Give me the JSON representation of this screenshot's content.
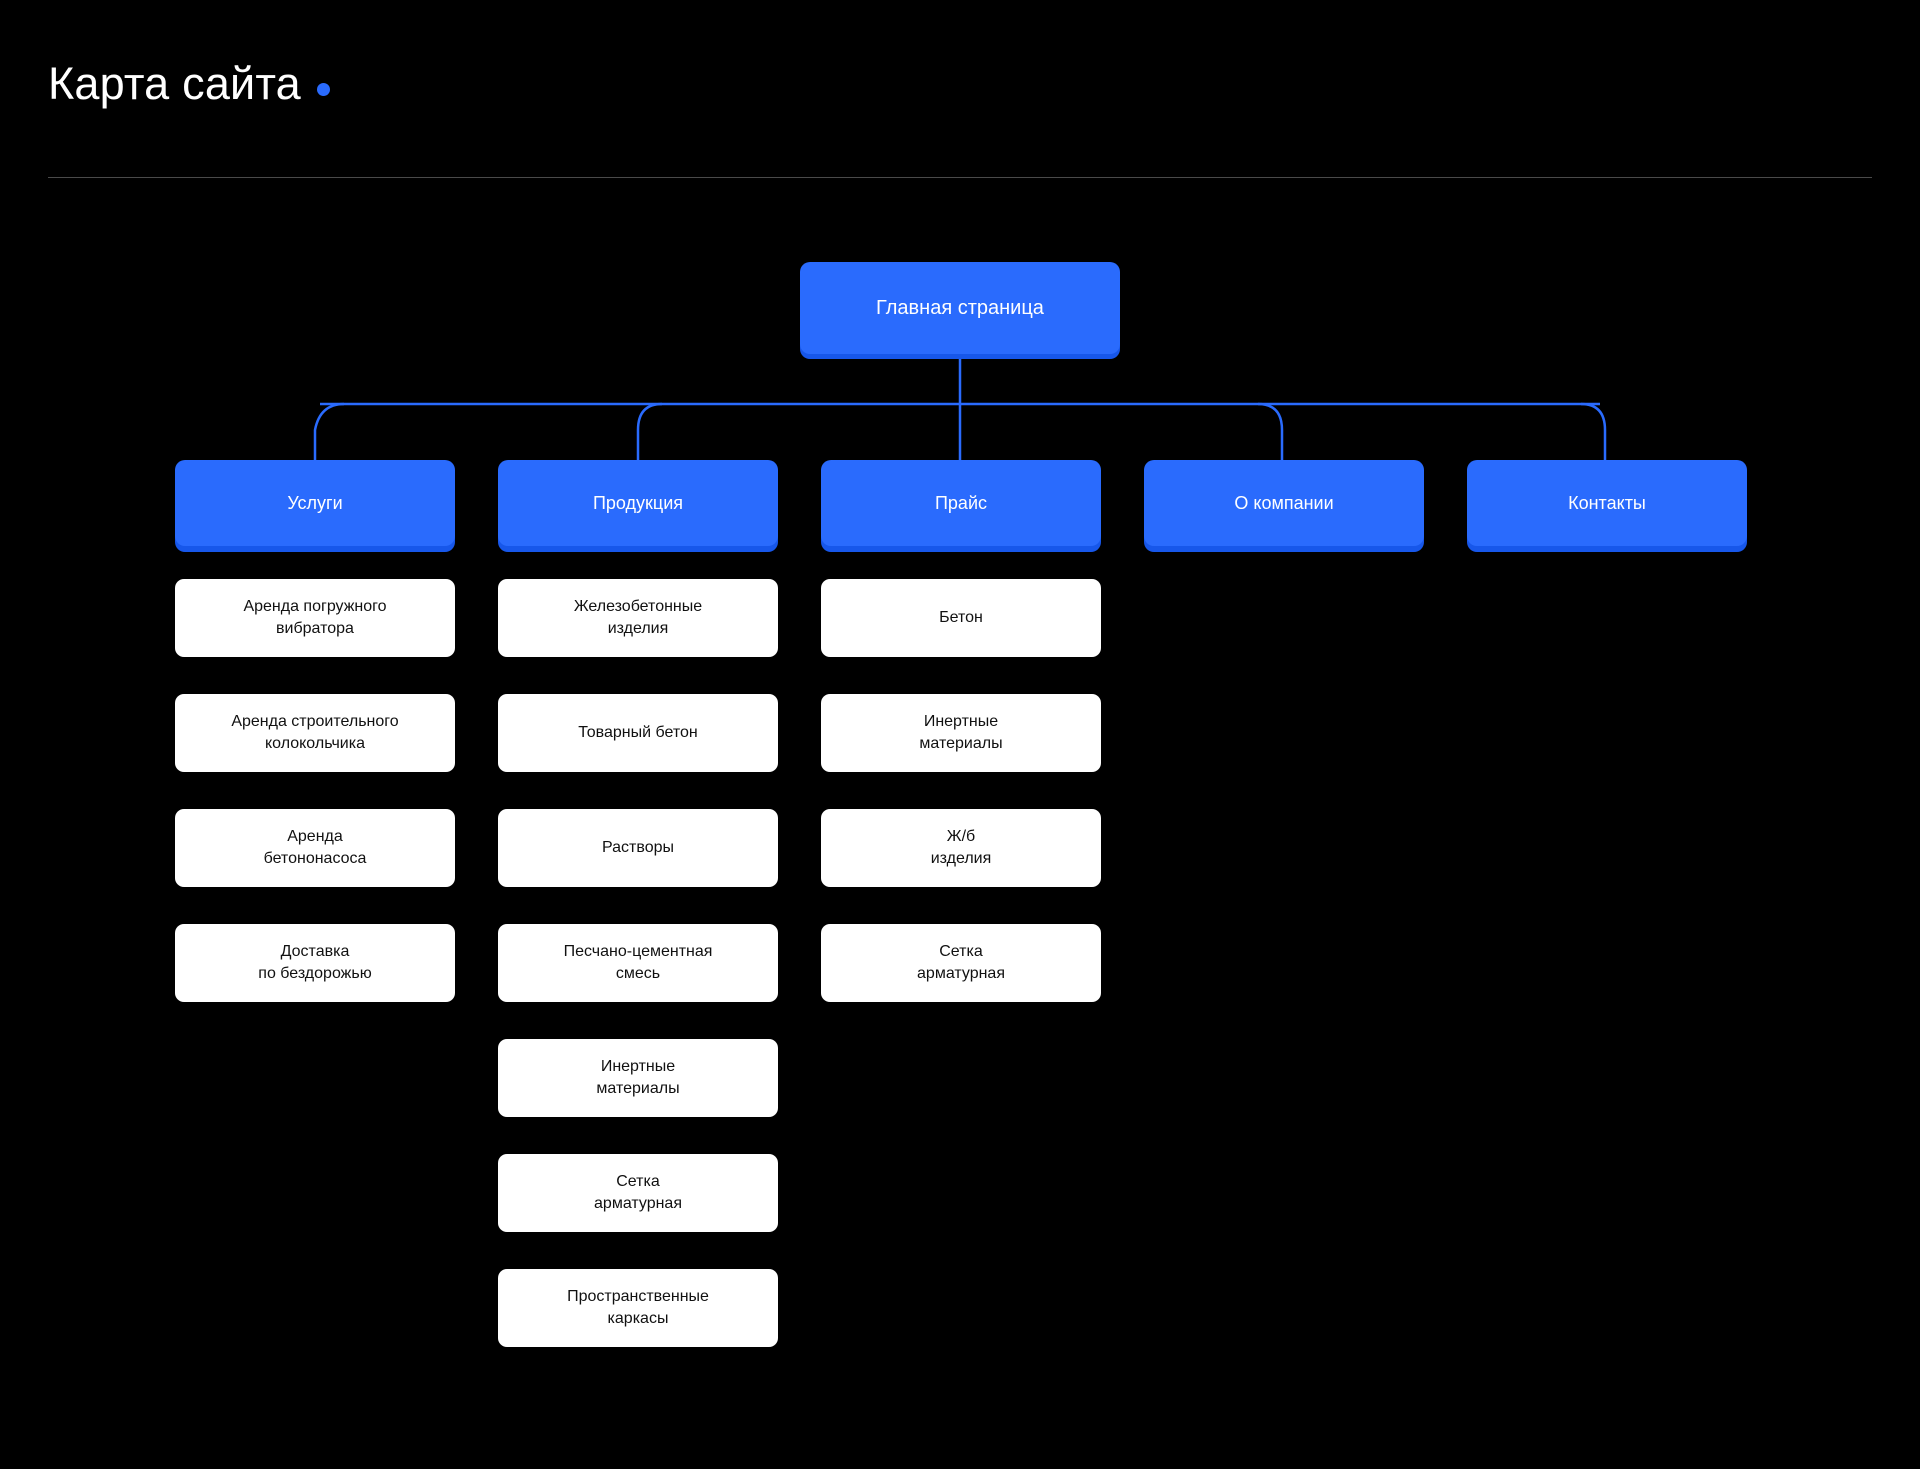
{
  "header": {
    "title": "Карта сайта",
    "accent_dot_color": "#2a6bfd",
    "divider_color": "#4a4a4a"
  },
  "theme": {
    "background": "#000000",
    "accent": "#2a6bfd",
    "accent_shadow": "#1757ea",
    "node_text_on_accent": "#ffffff",
    "leaf_background": "#ffffff",
    "leaf_text": "#111111",
    "connector_color": "#2a6bfd"
  },
  "diagram": {
    "type": "sitemap-tree",
    "root": {
      "label": "Главная страница"
    },
    "sections": [
      {
        "label": "Услуги",
        "children": [
          {
            "label": "Аренда погружного\nвибратора"
          },
          {
            "label": "Аренда строительного\nколокольчика"
          },
          {
            "label": "Аренда\nбетононасоса"
          },
          {
            "label": "Доставка\nпо бездорожью"
          }
        ]
      },
      {
        "label": "Продукция",
        "children": [
          {
            "label": "Железобетонные\nизделия"
          },
          {
            "label": "Товарный бетон"
          },
          {
            "label": "Растворы"
          },
          {
            "label": "Песчано-цементная\nсмесь"
          },
          {
            "label": "Инертные\nматериалы"
          },
          {
            "label": "Сетка\nарматурная"
          },
          {
            "label": "Пространственные\nкаркасы"
          }
        ]
      },
      {
        "label": "Прайс",
        "children": [
          {
            "label": "Бетон"
          },
          {
            "label": "Инертные\nматериалы"
          },
          {
            "label": "Ж/б\nизделия"
          },
          {
            "label": "Сетка\nарматурная"
          }
        ]
      },
      {
        "label": "О компании",
        "children": []
      },
      {
        "label": "Контакты",
        "children": []
      }
    ]
  }
}
